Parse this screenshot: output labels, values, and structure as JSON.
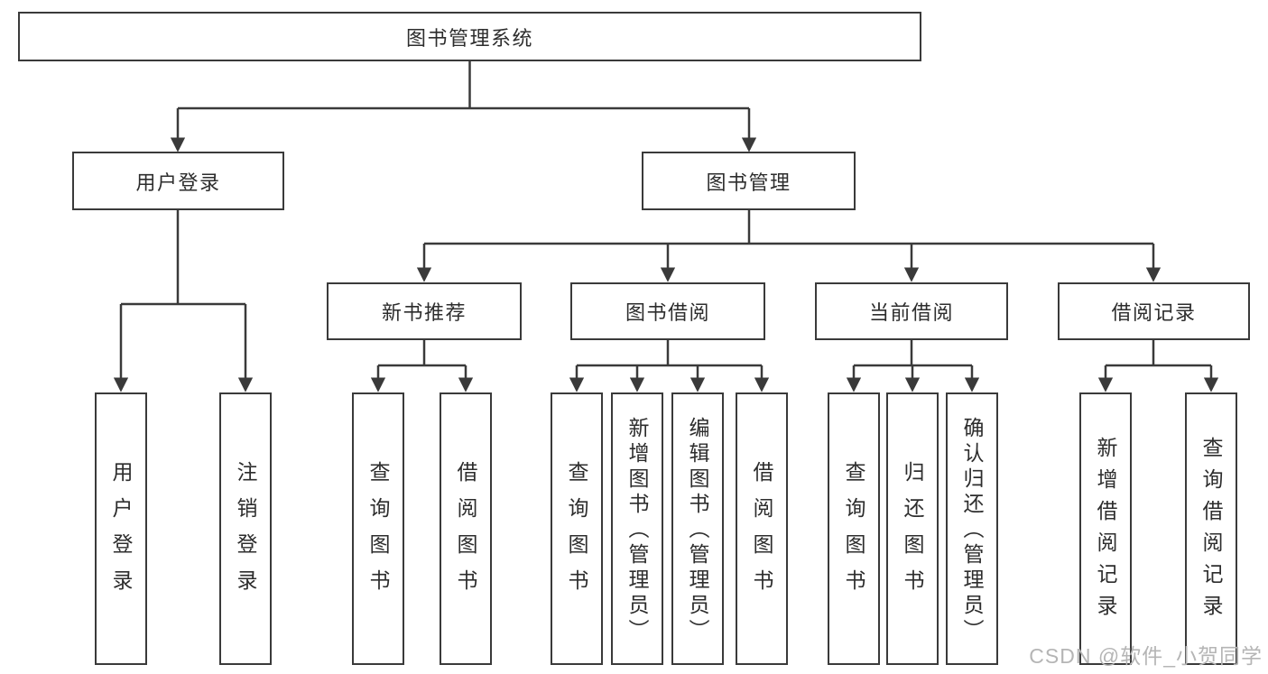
{
  "diagram_title": "图书管理系统",
  "tree": {
    "label": "图书管理系统",
    "children": [
      {
        "label": "用户登录",
        "children": [
          {
            "label": "用户登录"
          },
          {
            "label": "注销登录"
          }
        ]
      },
      {
        "label": "图书管理",
        "children": [
          {
            "label": "新书推荐",
            "children": [
              {
                "label": "查询图书"
              },
              {
                "label": "借阅图书"
              }
            ]
          },
          {
            "label": "图书借阅",
            "children": [
              {
                "label": "查询图书"
              },
              {
                "label": "新增图书（管理员）"
              },
              {
                "label": "编辑图书（管理员）"
              },
              {
                "label": "借阅图书"
              }
            ]
          },
          {
            "label": "当前借阅",
            "children": [
              {
                "label": "查询图书"
              },
              {
                "label": "归还图书"
              },
              {
                "label": "确认归还（管理员）"
              }
            ]
          },
          {
            "label": "借阅记录",
            "children": [
              {
                "label": "新增借阅记录"
              },
              {
                "label": "查询借阅记录"
              }
            ]
          }
        ]
      }
    ]
  },
  "watermark": "CSDN @软件_小贺同学",
  "colors": {
    "background": "#ffffff",
    "line": "#3a3a3a",
    "border": "#3a3a3a",
    "text": "#2d2d2d",
    "watermark_text": "#b5b5b5"
  }
}
